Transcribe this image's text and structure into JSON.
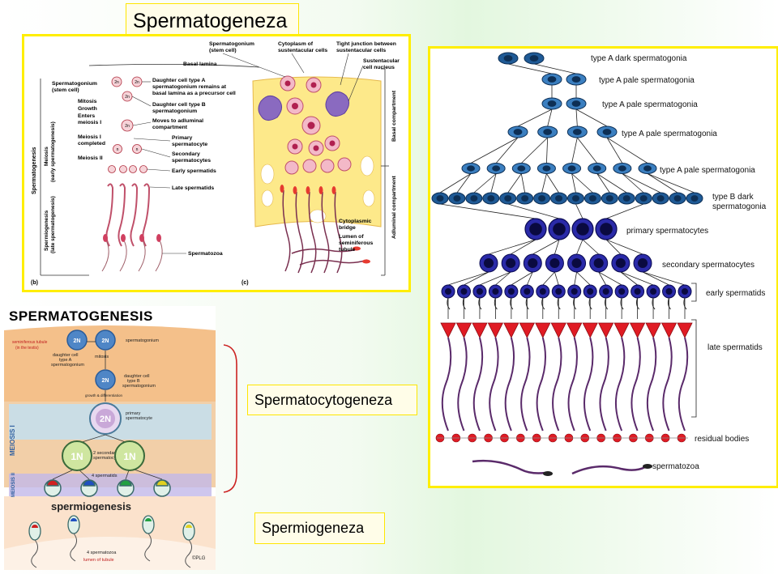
{
  "titles": {
    "main": "Spermatogeneza",
    "spermatocytogeneza": "Spermatocytogeneza",
    "spermiogeneza": "Spermiogeneza"
  },
  "histology": {
    "panel_b_label": "(b)",
    "panel_c_label": "(c)",
    "left_labels": {
      "spermatogonium": "Spermatogonium",
      "stem_cell": "(stem cell)",
      "mitosis": "Mitosis",
      "growth": "Growth",
      "enters": "Enters",
      "meiosis1": "meiosis I",
      "meiosis1_completed_1": "Meiosis I",
      "meiosis1_completed_2": "completed",
      "meiosis2": "Meiosis II"
    },
    "vertical_labels": {
      "spermatogenesis": "Spermatogenesis",
      "meiosis": "Meiosis",
      "early_spermatogenesis": "(early spermatogenesis)",
      "spermiogenesis": "Spermiogenesis",
      "late_spermatogenesis": "(late spermatogenesis)",
      "basal_compartment": "Basal compartment",
      "adluminal_compartment": "Adluminal compartment"
    },
    "mid_labels": {
      "basal_lamina": "Basal lamina",
      "daughter_a1": "Daughter cell type A",
      "daughter_a2": "spermatogonium remains at",
      "daughter_a3": "basal lamina as a precursor cell",
      "daughter_b1": "Daughter cell type B",
      "daughter_b2": "spermatogonium",
      "moves1": "Moves to adluminal",
      "moves2": "compartment",
      "primary1": "Primary",
      "primary2": "spermatocyte",
      "secondary1": "Secondary",
      "secondary2": "spermatocytes",
      "early_spermatids": "Early spermatids",
      "late_spermatids": "Late spermatids",
      "spermatozoa": "Spermatozoa"
    },
    "top_labels": {
      "spermatogonium1": "Spermatogonium",
      "spermatogonium2": "(stem cell)",
      "cytoplasm1": "Cytoplasm of",
      "cytoplasm2": "sustentacular cells",
      "tight1": "Tight junction between",
      "tight2": "sustentacular cells",
      "sust1": "Sustentacular",
      "sust2": "cell nucleus"
    },
    "right_labels": {
      "bridge1": "Cytoplasmic",
      "bridge2": "bridge",
      "lumen1": "Lumen of",
      "lumen2": "seminiferous",
      "lumen3": "tubule"
    },
    "cell_marks": {
      "n2": "2n",
      "n": "n"
    }
  },
  "pyramid": {
    "rows": [
      {
        "label": "type A dark spermatogonia",
        "count": 2
      },
      {
        "label": "type A pale spermatogonia",
        "count": 2
      },
      {
        "label": "type A pale spermatogonia",
        "count": 2
      },
      {
        "label": "type A pale spermatogonia",
        "count": 4
      },
      {
        "label": "type A pale spermatogonia",
        "count": 8
      },
      {
        "label": "type B dark",
        "label2": "spermatogonia",
        "count": 16
      },
      {
        "label": "primary spermatocytes",
        "count": 4
      },
      {
        "label": "secondary spermatocytes",
        "count": 8
      },
      {
        "label": "early spermatids",
        "count": 16
      },
      {
        "label": "late spermatids",
        "count": 16
      },
      {
        "label": "residual bodies",
        "count": 16
      },
      {
        "label": "spermatozoa",
        "count": 2
      }
    ]
  },
  "spermatogenesis_chart": {
    "header": "SPERMATOGENESIS",
    "tubule_note1": "seminiferous tubule",
    "tubule_note2": "(in the testis)",
    "n2": "2N",
    "n1": "1N",
    "spermatogonium": "spermatogonium",
    "daughter_a1": "daughter cell",
    "daughter_a2": "type A",
    "daughter_a3": "spermatogonium",
    "mitosis": "mitosis",
    "daughter_b1": "daughter cell",
    "daughter_b2": "type B",
    "daughter_b3": "spermatogonium",
    "growth": "growth & differentiation",
    "primary1": "primary",
    "primary2": "spermatocyte",
    "meiosis1": "MEIOSIS I",
    "secondary1": "2 secondary",
    "secondary2": "spermatocytes",
    "meiosis2": "MEIOSIS II",
    "spermatids": "4 spermatids",
    "spermiogenesis": "spermiogenesis",
    "spermatozoa": "4 spermatozoa",
    "lumen": "lumen of tubule",
    "signature": "©PLG"
  },
  "colors": {
    "frame_yellow": "#ffee00",
    "spermatogonia_blue": "#2266aa",
    "spermatocyte_navy": "#1a1a8c",
    "spermatid_red": "#e01b24",
    "tail_purple": "#5a2a6a",
    "bracket_red": "#cc2222"
  }
}
